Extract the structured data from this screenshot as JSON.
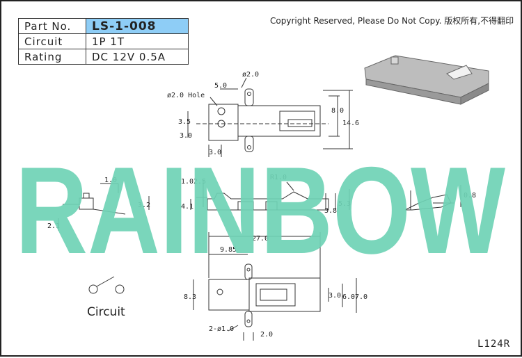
{
  "spec_table": {
    "part_no_label": "Part No.",
    "part_no_value": "LS-1-008",
    "circuit_label": "Circuit",
    "circuit_value": "1P 1T",
    "rating_label": "Rating",
    "rating_value": "DC 12V 0.5A"
  },
  "copyright": "Copyright Reserved, Please Do Not Copy. 版权所有,不得翻印",
  "watermark": "RAINBOW",
  "drawing_code": "L124R",
  "circuit_caption": "Circuit",
  "dimensions": {
    "d_5_0": "5.0",
    "d_phi2": "ø2.0",
    "d_hole": "ø2.0 Hole",
    "d_8_0": "8.0",
    "d_14_6": "14.6",
    "d_3_5": "3.5",
    "d_3_0a": "3.0",
    "d_3_0b": "3.0",
    "d_1_0a": "1.0",
    "d_1_0b": "1.0",
    "d_2_5": "2.5",
    "d_r1": "R1.0",
    "d_3_2": "3.2",
    "d_2_1": "2.1",
    "d_4_1": "4.1",
    "d_3_8": "3.8",
    "d_5_3": "5.3",
    "d_0_8": "0.8",
    "d_27_0": "27.0",
    "d_9_85": "9.85",
    "d_8_3": "8.3",
    "d_3_0c": "3.0",
    "d_6_0": "6.0",
    "d_7_0": "7.0",
    "d_2phi1": "2-ø1.0",
    "d_2_0": "2.0"
  },
  "colors": {
    "watermark": "#6fd2b5",
    "part_no_fill": "#8ecdf6",
    "line": "#333333"
  }
}
